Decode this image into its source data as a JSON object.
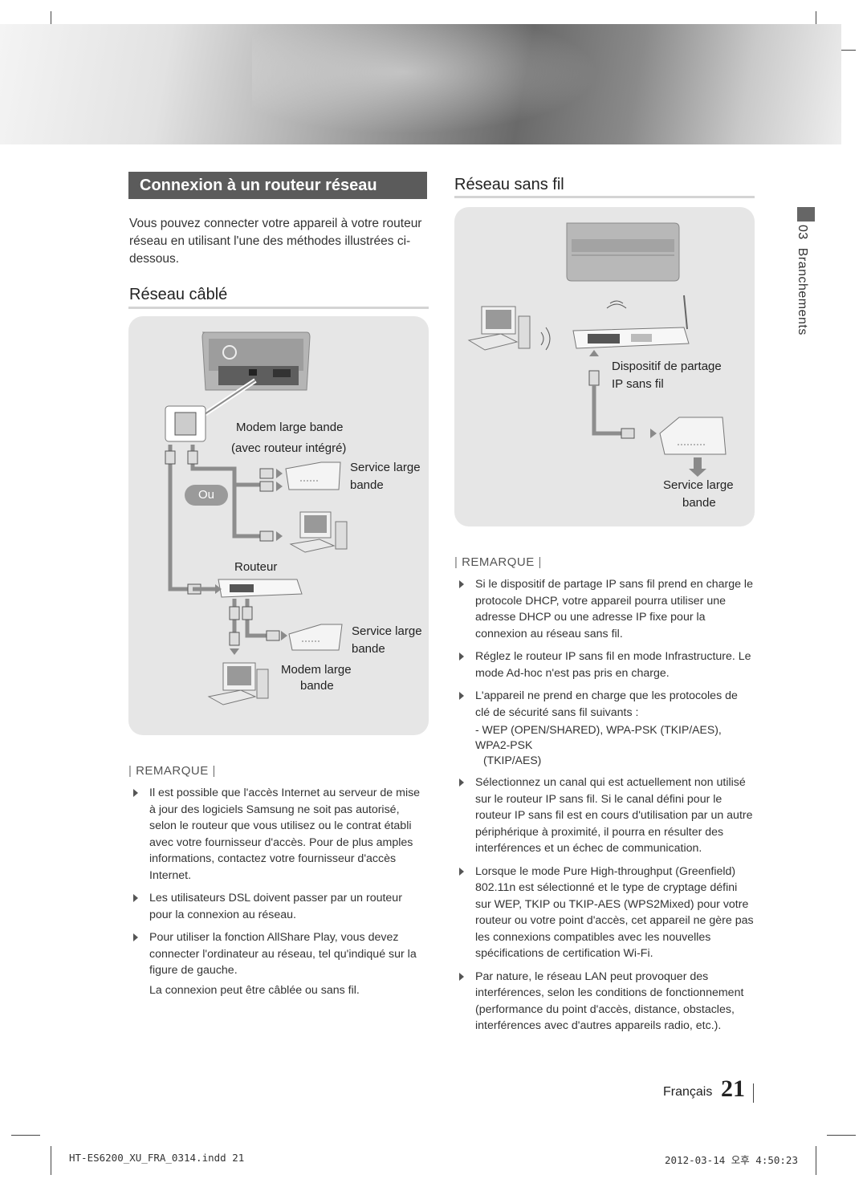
{
  "header": {
    "section_title": "Connexion à un routeur réseau"
  },
  "left": {
    "intro": "Vous pouvez connecter votre appareil à votre routeur réseau en utilisant l'une des méthodes illustrées ci-dessous.",
    "wired_heading": "Réseau câblé",
    "diagram": {
      "modem_label_1": "Modem large bande",
      "modem_label_2": "(avec routeur intégré)",
      "service_1_line1": "Service large",
      "service_1_line2": "bande",
      "ou": "Ou",
      "routeur": "Routeur",
      "service_2_line1": "Service large",
      "service_2_line2": "bande",
      "modem2_line1": "Modem large",
      "modem2_line2": "bande"
    },
    "remarque": "REMARQUE",
    "notes": [
      "Il est possible que l'accès Internet au serveur de mise à jour des logiciels Samsung ne soit pas autorisé, selon le routeur que vous utilisez ou le contrat établi avec votre fournisseur d'accès. Pour de plus amples informations, contactez votre fournisseur d'accès Internet.",
      "Les utilisateurs DSL doivent passer par un routeur pour la connexion au réseau.",
      "Pour utiliser la fonction AllShare Play, vous devez connecter l'ordinateur au réseau, tel qu'indiqué sur la figure de gauche."
    ],
    "note3_sub": "La connexion peut être câblée ou sans fil."
  },
  "right": {
    "wireless_heading": "Réseau sans fil",
    "diagram": {
      "dispositif_line1": "Dispositif de partage",
      "dispositif_line2": "IP sans fil",
      "service_line1": "Service large",
      "service_line2": "bande"
    },
    "remarque": "REMARQUE",
    "notes": [
      "Si le dispositif de partage IP sans fil prend en charge le protocole DHCP, votre appareil pourra utiliser une adresse DHCP ou une adresse IP fixe pour la connexion au réseau sans fil.",
      "Réglez le routeur IP sans fil en mode Infrastructure. Le mode Ad-hoc n'est pas pris en charge.",
      "L'appareil ne prend en charge que les protocoles de clé de sécurité sans fil suivants :"
    ],
    "security_line1": "- WEP (OPEN/SHARED), WPA-PSK (TKIP/AES), WPA2-PSK",
    "security_line2": "(TKIP/AES)",
    "notes2": [
      "Sélectionnez un canal qui est actuellement non utilisé sur le routeur IP sans fil. Si le canal défini pour le routeur IP sans fil est en cours d'utilisation par un autre périphérique à proximité, il pourra en résulter des interférences et un échec de communication.",
      "Lorsque le mode Pure High-throughput (Greenfield) 802.11n est sélectionné et le type de cryptage défini sur WEP, TKIP ou TKIP-AES (WPS2Mixed) pour votre routeur ou votre point d'accès, cet appareil ne gère pas les connexions compatibles avec les nouvelles spécifications de certification Wi-Fi.",
      "Par nature, le réseau LAN peut provoquer des interférences, selon les conditions de fonctionnement (performance du point d'accès, distance, obstacles, interférences avec d'autres appareils radio, etc.)."
    ]
  },
  "side_tab": {
    "number": "03",
    "label": "Branchements"
  },
  "footer": {
    "language": "Français",
    "page_number": "21",
    "slug_file": "HT-ES6200_XU_FRA_0314.indd   21",
    "slug_date": "2012-03-14   오후 4:50:23"
  }
}
